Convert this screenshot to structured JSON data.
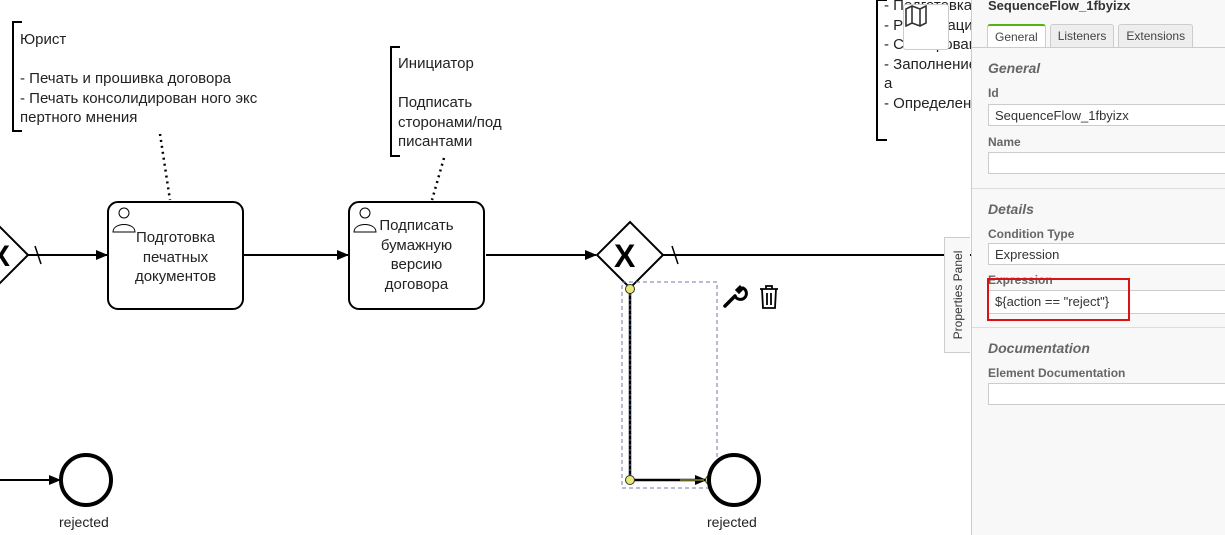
{
  "diagram": {
    "annotations": {
      "lawyer": "Юрист\n\n- Печать и прошивка договора\n- Печать консолидирован ного экс\nпертного мнения",
      "initiator": "Инициатор\n\nПодписать\nсторонами/под\nписантами",
      "right": "- Подготовка\n- Регистрация\n- Сканирование\n- Заполнение\nа\n- Определение"
    },
    "tasks": {
      "prepare_docs": "Подготовка\nпечатных\nдокументов",
      "sign_paper": "Подписать\nбумажную\nверсию\nдоговора"
    },
    "end_events": {
      "left_label": "rejected",
      "right_label": "rejected"
    },
    "icons": [
      "map-icon",
      "wrench-icon",
      "trash-icon",
      "user-icon",
      "gateway-x-icon"
    ]
  },
  "panel": {
    "title": "SequenceFlow_1fbyizx",
    "toggle_label": "Properties Panel",
    "tabs": [
      "General",
      "Listeners",
      "Extensions"
    ],
    "active_tab": "General",
    "general": {
      "heading": "General",
      "id_label": "Id",
      "id_value": "SequenceFlow_1fbyizx",
      "name_label": "Name",
      "name_value": ""
    },
    "details": {
      "heading": "Details",
      "condition_type_label": "Condition Type",
      "condition_type_value": "Expression",
      "expression_label": "Expression",
      "expression_value": "${action == \"reject\"}"
    },
    "documentation": {
      "heading": "Documentation",
      "element_doc_label": "Element Documentation",
      "element_doc_value": ""
    },
    "colors": {
      "active_tab_accent": "#52b415",
      "highlight": "#dd1111"
    }
  }
}
